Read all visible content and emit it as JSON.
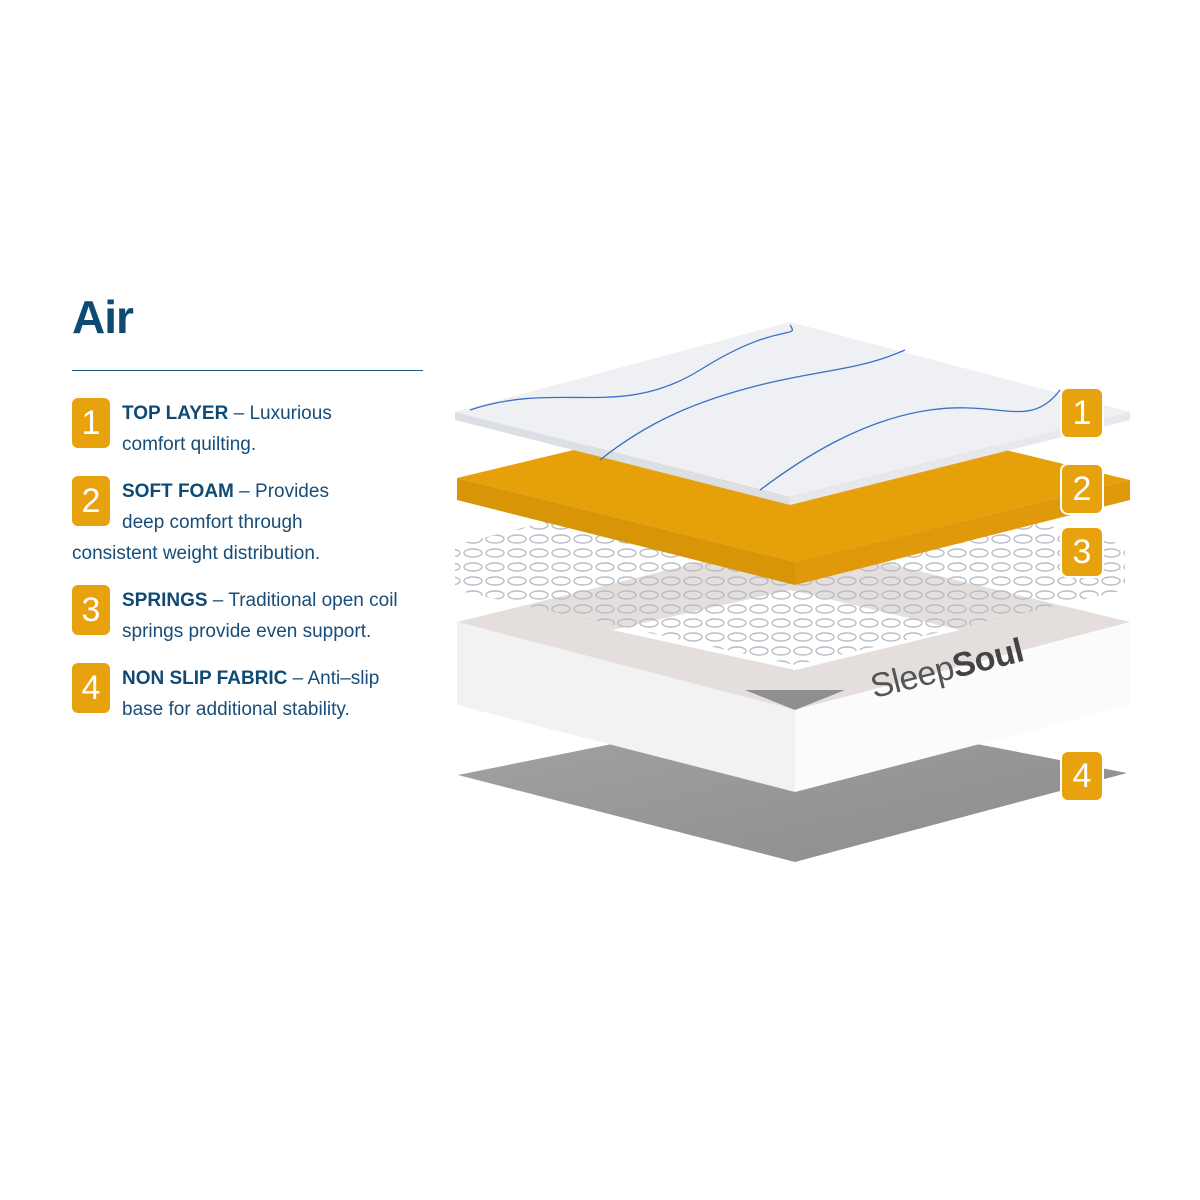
{
  "title": "Air",
  "layers": [
    {
      "number": "1",
      "name": "TOP LAYER",
      "dash": " – ",
      "desc_a": "Luxurious",
      "desc_b": "comfort quilting."
    },
    {
      "number": "2",
      "name": "SOFT FOAM",
      "dash": " – ",
      "desc_a": "Provides",
      "desc_b": "deep comfort through",
      "desc_c": "consistent weight distribution."
    },
    {
      "number": "3",
      "name": "SPRINGS",
      "dash": " – ",
      "desc_a": "Traditional open coil",
      "desc_b": "springs provide even support."
    },
    {
      "number": "4",
      "name": "NON SLIP FABRIC",
      "dash": " – ",
      "desc_a": "Anti–slip",
      "desc_b": "base for additional stability."
    }
  ],
  "logo": {
    "part1": "Sleep",
    "part2": "Soul"
  },
  "colors": {
    "accent": "#e8a20e",
    "brand": "#0f4a75",
    "foam": "#e6a10a",
    "base_fabric": "#9a9a9c"
  }
}
